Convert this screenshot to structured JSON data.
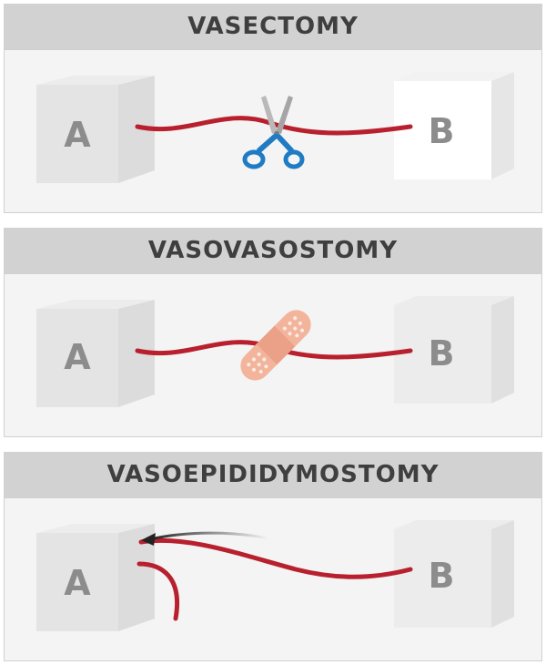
{
  "panels": [
    {
      "title": "VASECTOMY",
      "box_a": "A",
      "box_b": "B",
      "icon": "scissors-icon"
    },
    {
      "title": "VASOVASOSTOMY",
      "box_a": "A",
      "box_b": "B",
      "icon": "bandage-icon"
    },
    {
      "title": "VASOEPIDIDYMOSTOMY",
      "box_a": "A",
      "box_b": "B",
      "icon": "arrow-left-icon"
    }
  ],
  "colors": {
    "header_bg": "#d2d2d2",
    "panel_bg": "#f4f4f4",
    "tube": "#b8202e",
    "scissors_handle": "#1f7cc4",
    "bandage": "#f3b49c",
    "label": "#8c8c8c"
  }
}
